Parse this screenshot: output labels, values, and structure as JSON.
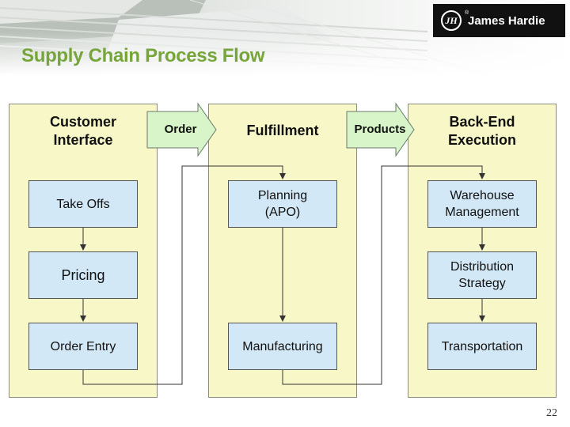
{
  "header": {
    "title": "Supply Chain Process Flow",
    "logo_text": "James Hardie",
    "logo_mark": "JH",
    "logo_reg": "®"
  },
  "columns": {
    "customer": {
      "title_line1": "Customer",
      "title_line2": "Interface"
    },
    "fulfillment": {
      "title": "Fulfillment"
    },
    "backend": {
      "title_line1": "Back-End",
      "title_line2": "Execution"
    }
  },
  "connectors": {
    "order": "Order",
    "products": "Products"
  },
  "boxes": {
    "take_offs": "Take Offs",
    "pricing": "Pricing",
    "order_entry": "Order Entry",
    "planning_line1": "Planning",
    "planning_line2": "(APO)",
    "manufacturing": "Manufacturing",
    "warehouse_line1": "Warehouse",
    "warehouse_line2": "Management",
    "distribution_line1": "Distribution",
    "distribution_line2": "Strategy",
    "transportation": "Transportation"
  },
  "footer": {
    "page_number": "22"
  },
  "colors": {
    "title_green": "#76A53A",
    "column_fill": "#F8F7C8",
    "box_fill": "#D3E8F6",
    "arrow_fill": "#D7F5C8"
  }
}
